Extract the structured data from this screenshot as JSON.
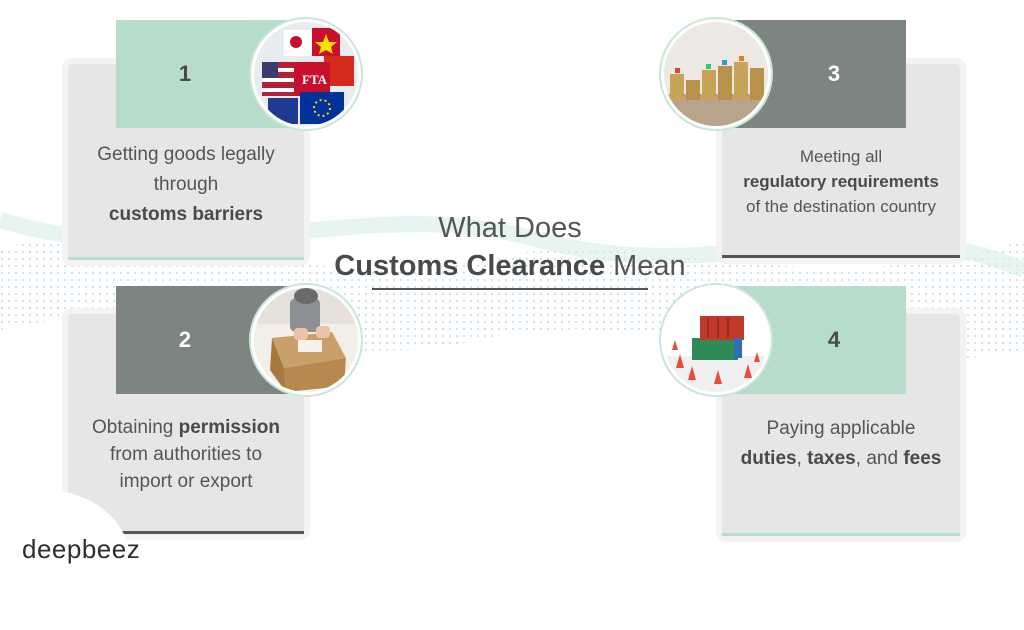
{
  "title": {
    "line1": "What Does",
    "line2_bold": "Customs Clearance",
    "line2_rest": "Mean"
  },
  "cards": [
    {
      "number": "1",
      "image_icon": "flag-puzzle-fta-icon",
      "line1": "Getting goods legally",
      "line2": "through",
      "line3_bold": "customs barriers"
    },
    {
      "number": "2",
      "image_icon": "packing-box-icon",
      "line1_pre": "Obtaining",
      "line1_bold": "permission",
      "line2": "from authorities to",
      "line3": "import or export"
    },
    {
      "number": "3",
      "image_icon": "coin-stacks-icon",
      "line1": "Meeting all",
      "line2_bold": "regulatory requirements",
      "line3": "of the destination country"
    },
    {
      "number": "4",
      "image_icon": "containers-cones-icon",
      "line1": "Paying applicable",
      "bold_a": "duties",
      "sep_a": ",",
      "bold_b": "taxes",
      "sep_b": ", and",
      "bold_c": "fees"
    }
  ],
  "logo": "deepbeez",
  "colors": {
    "accent": "#b6dccb",
    "dark_tab": "#7d8580",
    "card": "#e6e6e6",
    "text": "#555555"
  }
}
